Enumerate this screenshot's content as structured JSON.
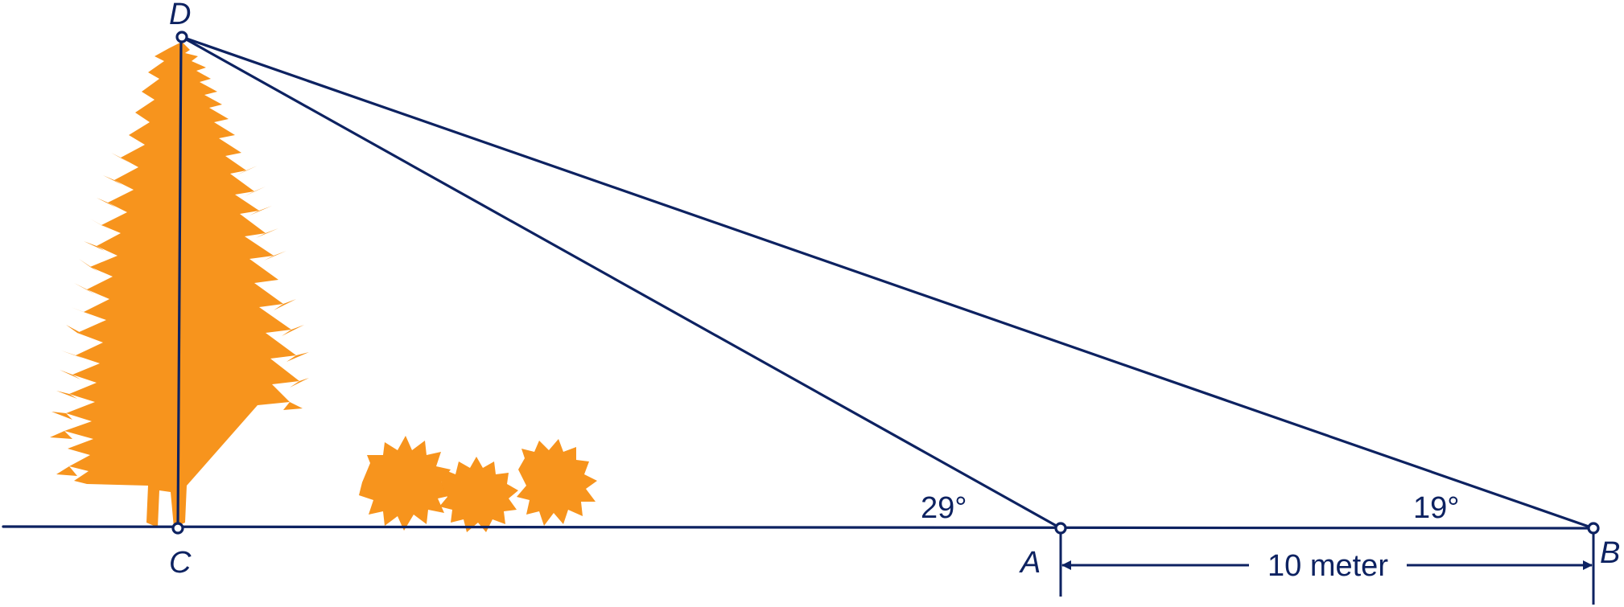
{
  "points": {
    "D": "D",
    "C": "C",
    "A": "A",
    "B": "B"
  },
  "angles": {
    "at_A": "29°",
    "at_B": "19°"
  },
  "dimension": {
    "AB": "10 meter"
  },
  "colors": {
    "line": "#0d2261",
    "tree": "#f7941d"
  }
}
